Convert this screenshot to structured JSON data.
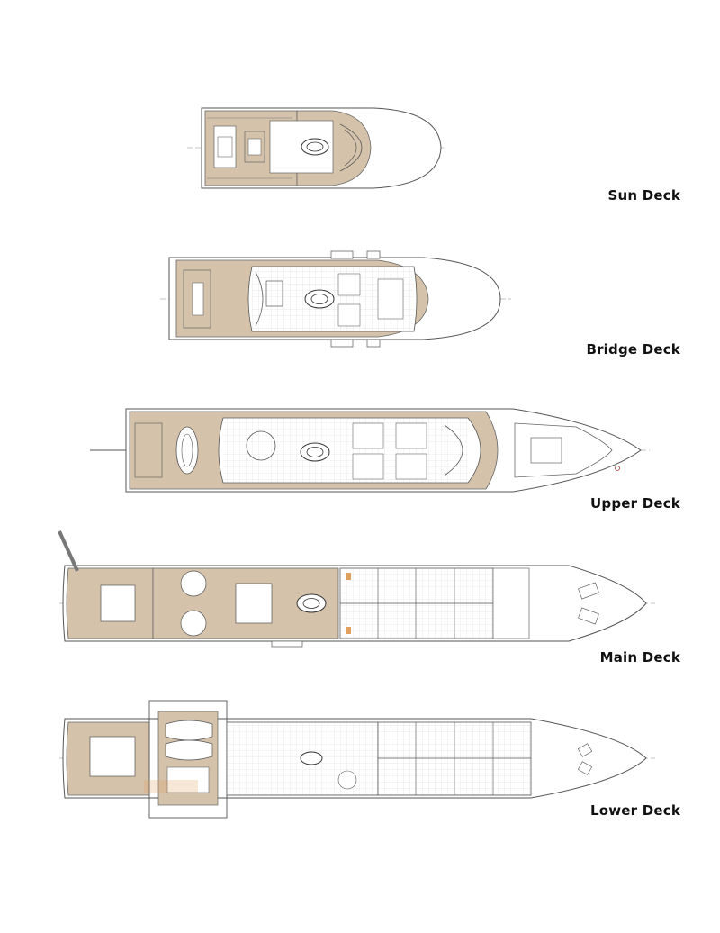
{
  "decks": [
    {
      "id": "sun",
      "label": "Sun Deck"
    },
    {
      "id": "bridge",
      "label": "Bridge Deck"
    },
    {
      "id": "upper",
      "label": "Upper Deck"
    },
    {
      "id": "main",
      "label": "Main Deck"
    },
    {
      "id": "lower",
      "label": "Lower Deck"
    }
  ],
  "colors": {
    "background": "#ffffff",
    "teak": "#d4c2ab",
    "line": "#555555",
    "label": "#111111",
    "accent": "#e0a060"
  }
}
